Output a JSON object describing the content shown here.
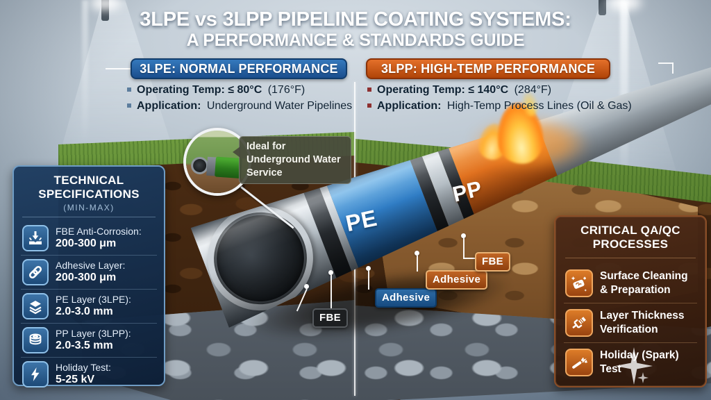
{
  "title": {
    "line1": "3LPE vs 3LPP PIPELINE COATING SYSTEMS:",
    "line2": "A PERFORMANCE & STANDARDS GUIDE"
  },
  "left_column": {
    "badge": "3LPE: NORMAL PERFORMANCE",
    "bullets": [
      {
        "bold": "Operating Temp: ≤ 80°C",
        "rest": "(176°F)"
      },
      {
        "bold": "Application:",
        "rest": "Underground Water Pipelines"
      }
    ]
  },
  "right_column": {
    "badge": "3LPP: HIGH-TEMP PERFORMANCE",
    "bullets": [
      {
        "bold": "Operating Temp: ≤ 140°C",
        "rest": "(284°F)"
      },
      {
        "bold": "Application:",
        "rest": "High-Temp Process Lines (Oil & Gas)"
      }
    ]
  },
  "callout": {
    "text": "Ideal for Underground Water Service"
  },
  "pipe": {
    "pe_label": "PE",
    "pp_label": "PP",
    "fbe_left": "FBE",
    "adhesive_left": "Adhesive",
    "adhesive_right": "Adhesive",
    "fbe_right": "FBE"
  },
  "tech_specs": {
    "title": "TECHNICAL SPECIFICATIONS",
    "subtitle": "(MIN-MAX)",
    "items": [
      {
        "icon": "coating-thickness-icon",
        "label": "FBE Anti-Corrosion:",
        "value": "200-300 μm"
      },
      {
        "icon": "chain-link-icon",
        "label": "Adhesive Layer:",
        "value": "200-300 μm"
      },
      {
        "icon": "layers-icon",
        "label": "PE Layer (3LPE):",
        "value": "2.0-3.0 mm"
      },
      {
        "icon": "stacked-rings-icon",
        "label": "PP Layer (3LPP):",
        "value": "2.0-3.5 mm"
      },
      {
        "icon": "lightning-icon",
        "label": "Holiday Test:",
        "value": "5-25 kV"
      }
    ]
  },
  "qaqc": {
    "title": "CRITICAL QA/QC PROCESSES",
    "items": [
      {
        "icon": "surface-cleaning-icon",
        "label": "Surface Cleaning & Preparation"
      },
      {
        "icon": "caliper-icon",
        "label": "Layer Thickness Verification"
      },
      {
        "icon": "spark-test-icon",
        "label": "Holiday (Spark) Test"
      }
    ]
  },
  "colors": {
    "blue_badge": "#1d5a9e",
    "orange_badge": "#cc5a1a",
    "panel_navy": "#16304f",
    "panel_brown": "#3a2013",
    "pipe_blue": "#2e7bc4",
    "pipe_orange": "#e06a1e",
    "pipe_steel": "#9aa4ac",
    "fbe_black": "#24282c"
  }
}
